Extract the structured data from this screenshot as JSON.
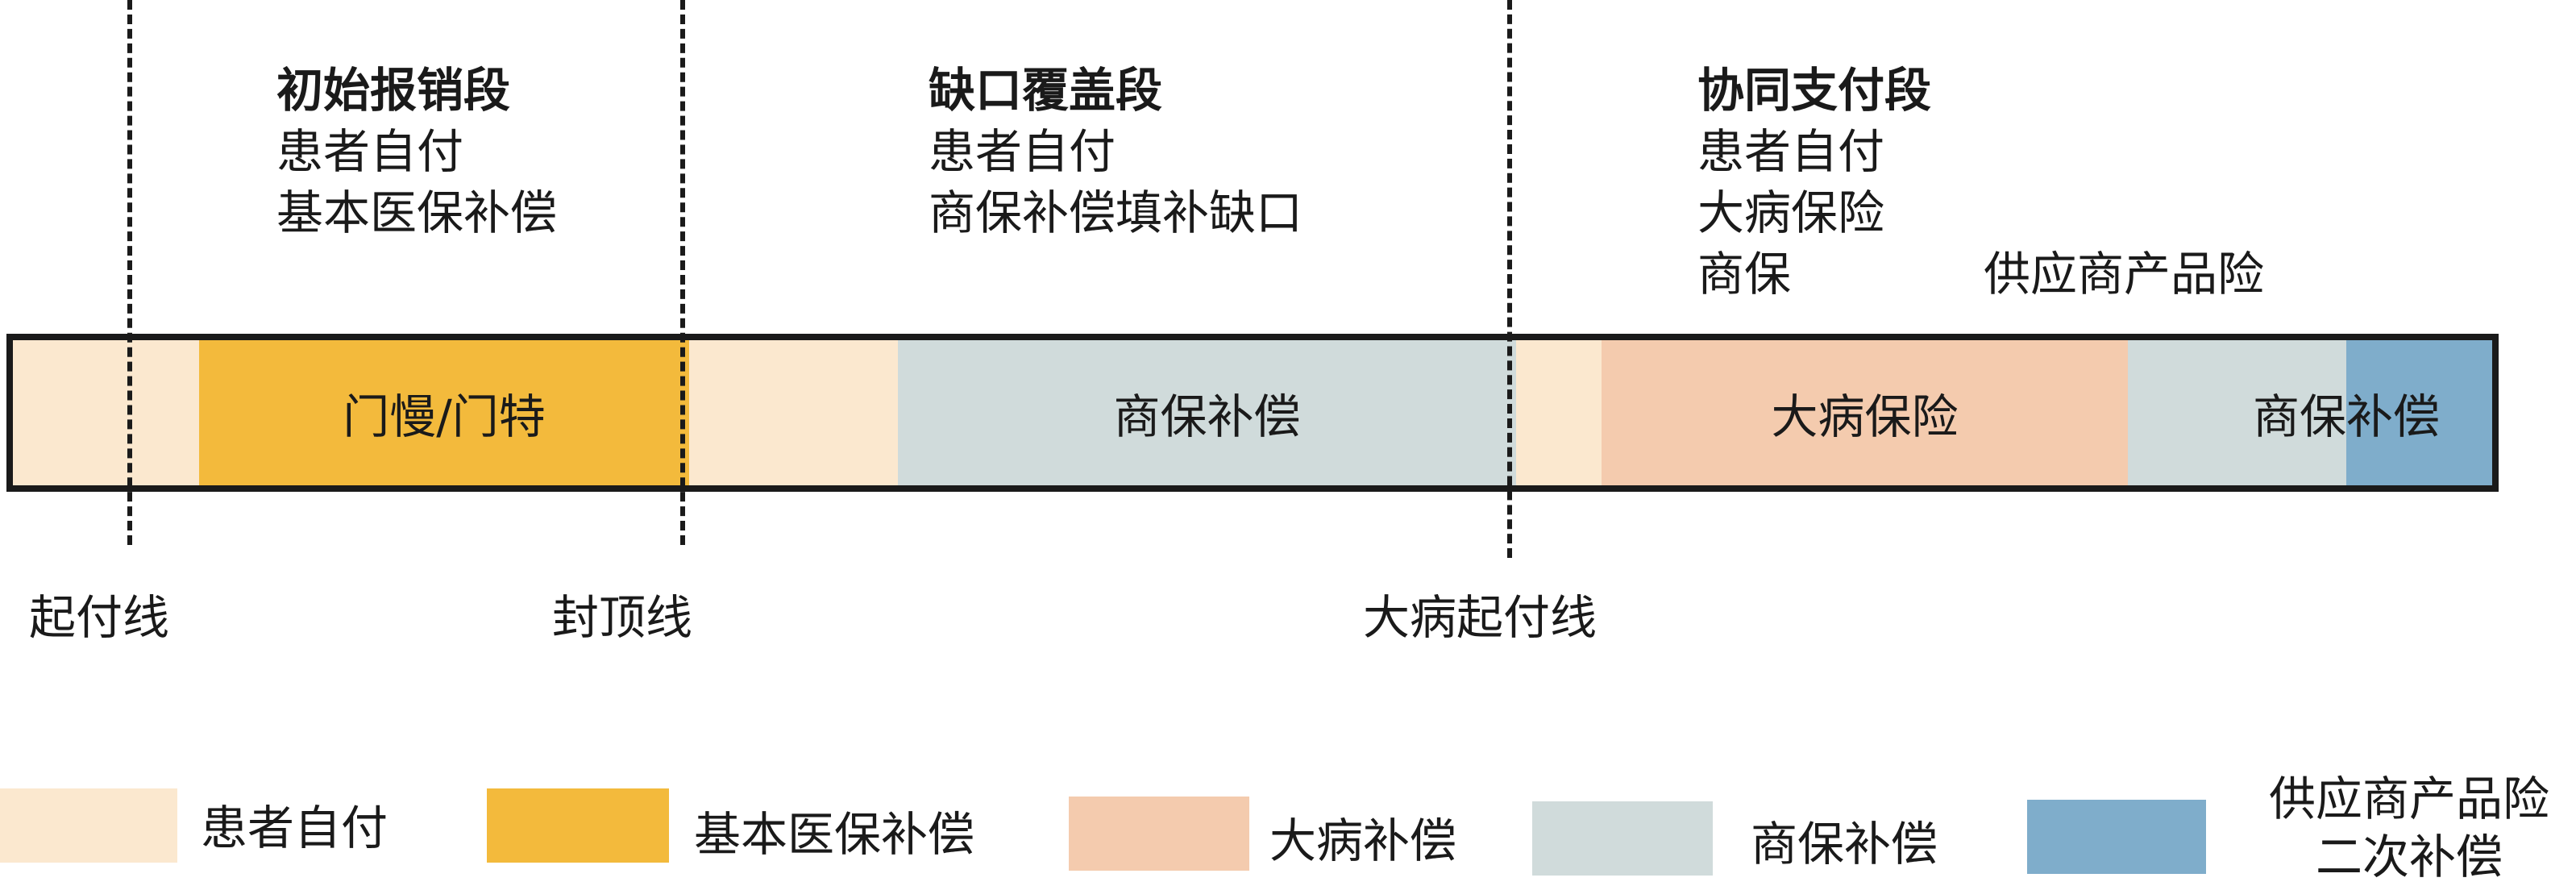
{
  "stages": [
    {
      "title": "初始报销段",
      "lines": [
        "患者自付",
        "基本医保补偿"
      ]
    },
    {
      "title": "缺口覆盖段",
      "lines": [
        "患者自付",
        "商保补偿填补缺口"
      ]
    },
    {
      "title": "协同支付段",
      "lines": [
        "患者自付",
        "大病保险",
        "商保"
      ],
      "extra": "供应商产品险"
    }
  ],
  "bar": {
    "segments": [
      {
        "label": "",
        "color": "#FBE8CF"
      },
      {
        "label": "门慢/门特",
        "color": "#F3BA3C"
      },
      {
        "label": "",
        "color": "#FBE8CF"
      },
      {
        "label": "商保补偿",
        "color": "#D0DBDB"
      },
      {
        "label": "",
        "color": "#FBE8CF"
      },
      {
        "label": "大病保险",
        "color": "#F4CBAE"
      },
      {
        "label": "商保补偿",
        "color": "#D0DBDB"
      },
      {
        "label": "",
        "color": "#7FADCB"
      }
    ]
  },
  "thresholds": [
    "起付线",
    "封顶线",
    "大病起付线"
  ],
  "legend": [
    {
      "label": "患者自付",
      "color": "#FBE8CF"
    },
    {
      "label": "基本医保补偿",
      "color": "#F3BA3C"
    },
    {
      "label": "大病补偿",
      "color": "#F4CBAE"
    },
    {
      "label": "商保补偿",
      "color": "#D0DBDB"
    },
    {
      "label_line1": "供应商产品险",
      "label_line2": "二次补偿",
      "color": "#7FADCB"
    }
  ]
}
